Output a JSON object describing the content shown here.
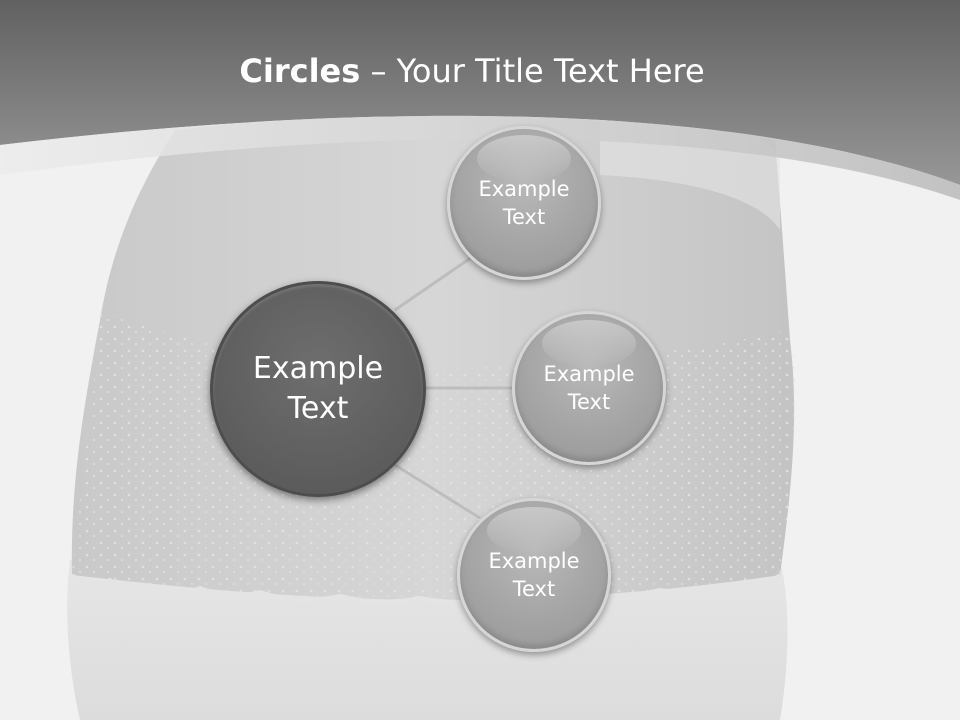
{
  "title": {
    "bold": "Circles",
    "rest": " – Your Title Text Here"
  },
  "diagram": {
    "center": {
      "label": "Example\nText"
    },
    "nodes": [
      {
        "label": "Example\nText"
      },
      {
        "label": "Example\nText"
      },
      {
        "label": "Example\nText"
      }
    ]
  },
  "colors": {
    "header": "#7a7a7a",
    "center_circle": "#636363",
    "outer_circle": "#a8a8a8",
    "background": "#f1f1f1"
  }
}
